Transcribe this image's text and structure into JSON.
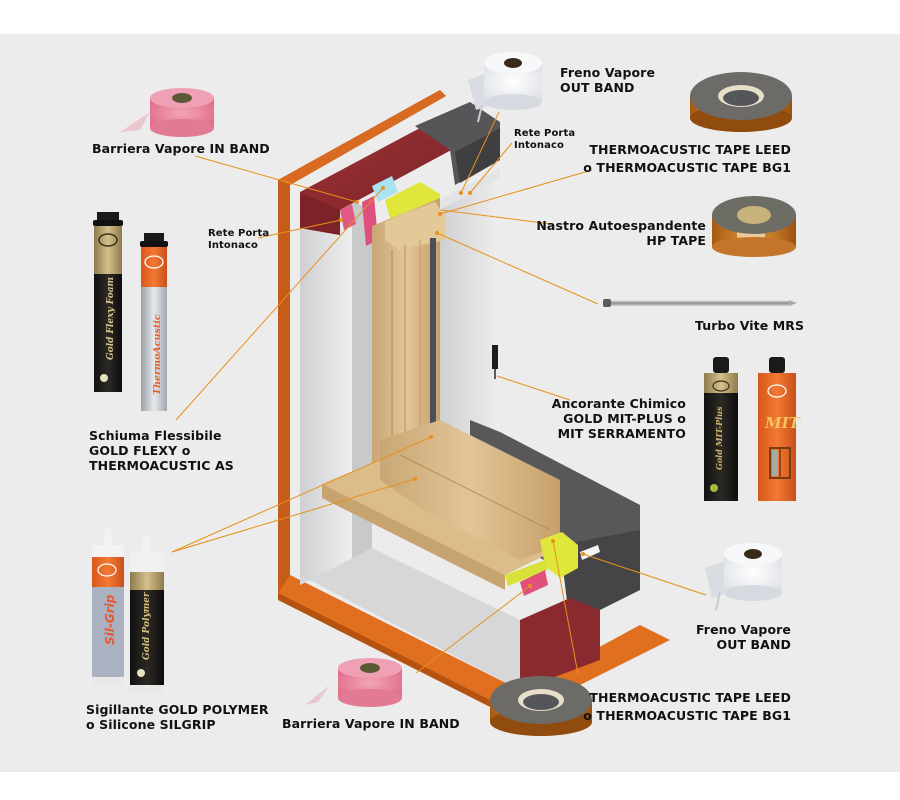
{
  "colors": {
    "background": "#ebeceb",
    "leader_line": "#e8901c",
    "wall_membrane": "#c9601a",
    "insulation_red": "#8e2a2e",
    "insulation_dark": "#555557",
    "wood": "#d9b887",
    "plaster": "#dcdcdc",
    "foam_yellow": "#e2ec3a",
    "tape_pink": "#e0507a",
    "tape_cyan": "#a9e3f2"
  },
  "labels": {
    "barriera_top": "Barriera Vapore IN BAND",
    "freno_top": [
      "Freno Vapore",
      "OUT BAND"
    ],
    "rete_top_right": [
      "Rete Porta",
      "Intonaco"
    ],
    "rete_left": [
      "Rete Porta",
      "Intonaco"
    ],
    "thermo_top": [
      "THERMOACUSTIC TAPE LEED",
      "o THERMOACUSTIC TAPE BG1"
    ],
    "nastro": [
      "Nastro Autoespandente",
      "HP TAPE"
    ],
    "turbo": "Turbo Vite MRS",
    "ancorante": [
      "Ancorante Chimico",
      "GOLD MIT-PLUS o",
      "MIT SERRAMENTO"
    ],
    "schiuma": [
      "Schiuma Flessibile",
      "GOLD FLEXY o",
      "THERMOACUSTIC AS"
    ],
    "sigillante": [
      "Sigillante GOLD POLYMER",
      "o Silicone SILGRIP"
    ],
    "barriera_bottom": "Barriera Vapore IN BAND",
    "freno_bottom": [
      "Freno Vapore",
      "OUT BAND"
    ],
    "thermo_bottom": [
      "THERMOACUSTIC TAPE LEED",
      "o THERMOACUSTIC TAPE BG1"
    ]
  },
  "products": {
    "foam_can_1": "Gold Flexy Foam",
    "foam_can_2": "ThermoAcustic",
    "cartridge_1": "Gold MIT-Plus",
    "cartridge_2": "MIT",
    "sealant_1": "Sil-Grip",
    "sealant_2": "Gold Polymer"
  }
}
